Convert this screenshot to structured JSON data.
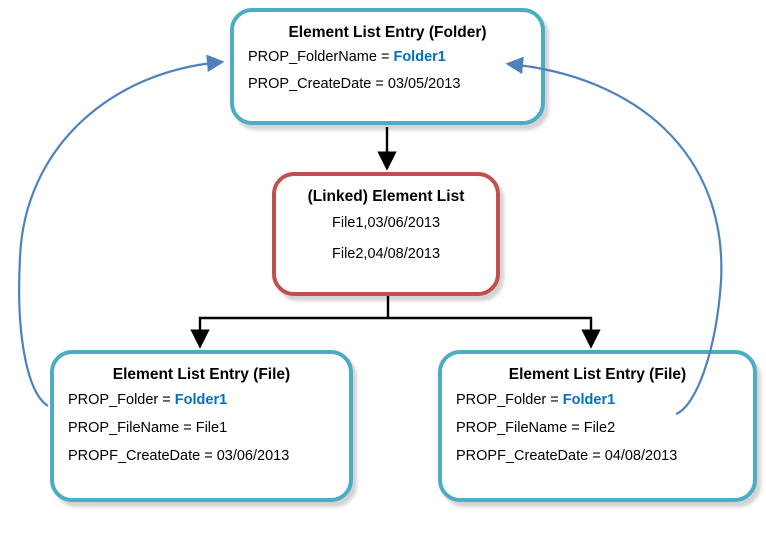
{
  "colors": {
    "box_border_teal": "#4BACC6",
    "box_border_red": "#C0504D",
    "highlight_blue": "#0070C0",
    "arrow_blue": "#4F81BD",
    "connector_black": "#000000"
  },
  "folder_box": {
    "title": "Element List Entry (Folder)",
    "lines": [
      {
        "text": "PROP_FolderName = ",
        "highlight": "Folder1"
      },
      {
        "text": "PROP_CreateDate = 03/05/2013",
        "highlight": ""
      }
    ]
  },
  "list_box": {
    "title": "(Linked) Element List",
    "entries": [
      "File1,03/06/2013",
      "File2,04/08/2013"
    ]
  },
  "file1_box": {
    "title": "Element List Entry (File)",
    "lines": [
      {
        "text": "PROP_Folder = ",
        "highlight": "Folder1"
      },
      {
        "text": "PROP_FileName = File1",
        "highlight": ""
      },
      {
        "text": "PROPF_CreateDate = 03/06/2013",
        "highlight": ""
      }
    ]
  },
  "file2_box": {
    "title": "Element List Entry (File)",
    "lines": [
      {
        "text": "PROP_Folder = ",
        "highlight": "Folder1"
      },
      {
        "text": "PROP_FileName = File2",
        "highlight": ""
      },
      {
        "text": "PROPF_CreateDate = 04/08/2013",
        "highlight": ""
      }
    ]
  }
}
